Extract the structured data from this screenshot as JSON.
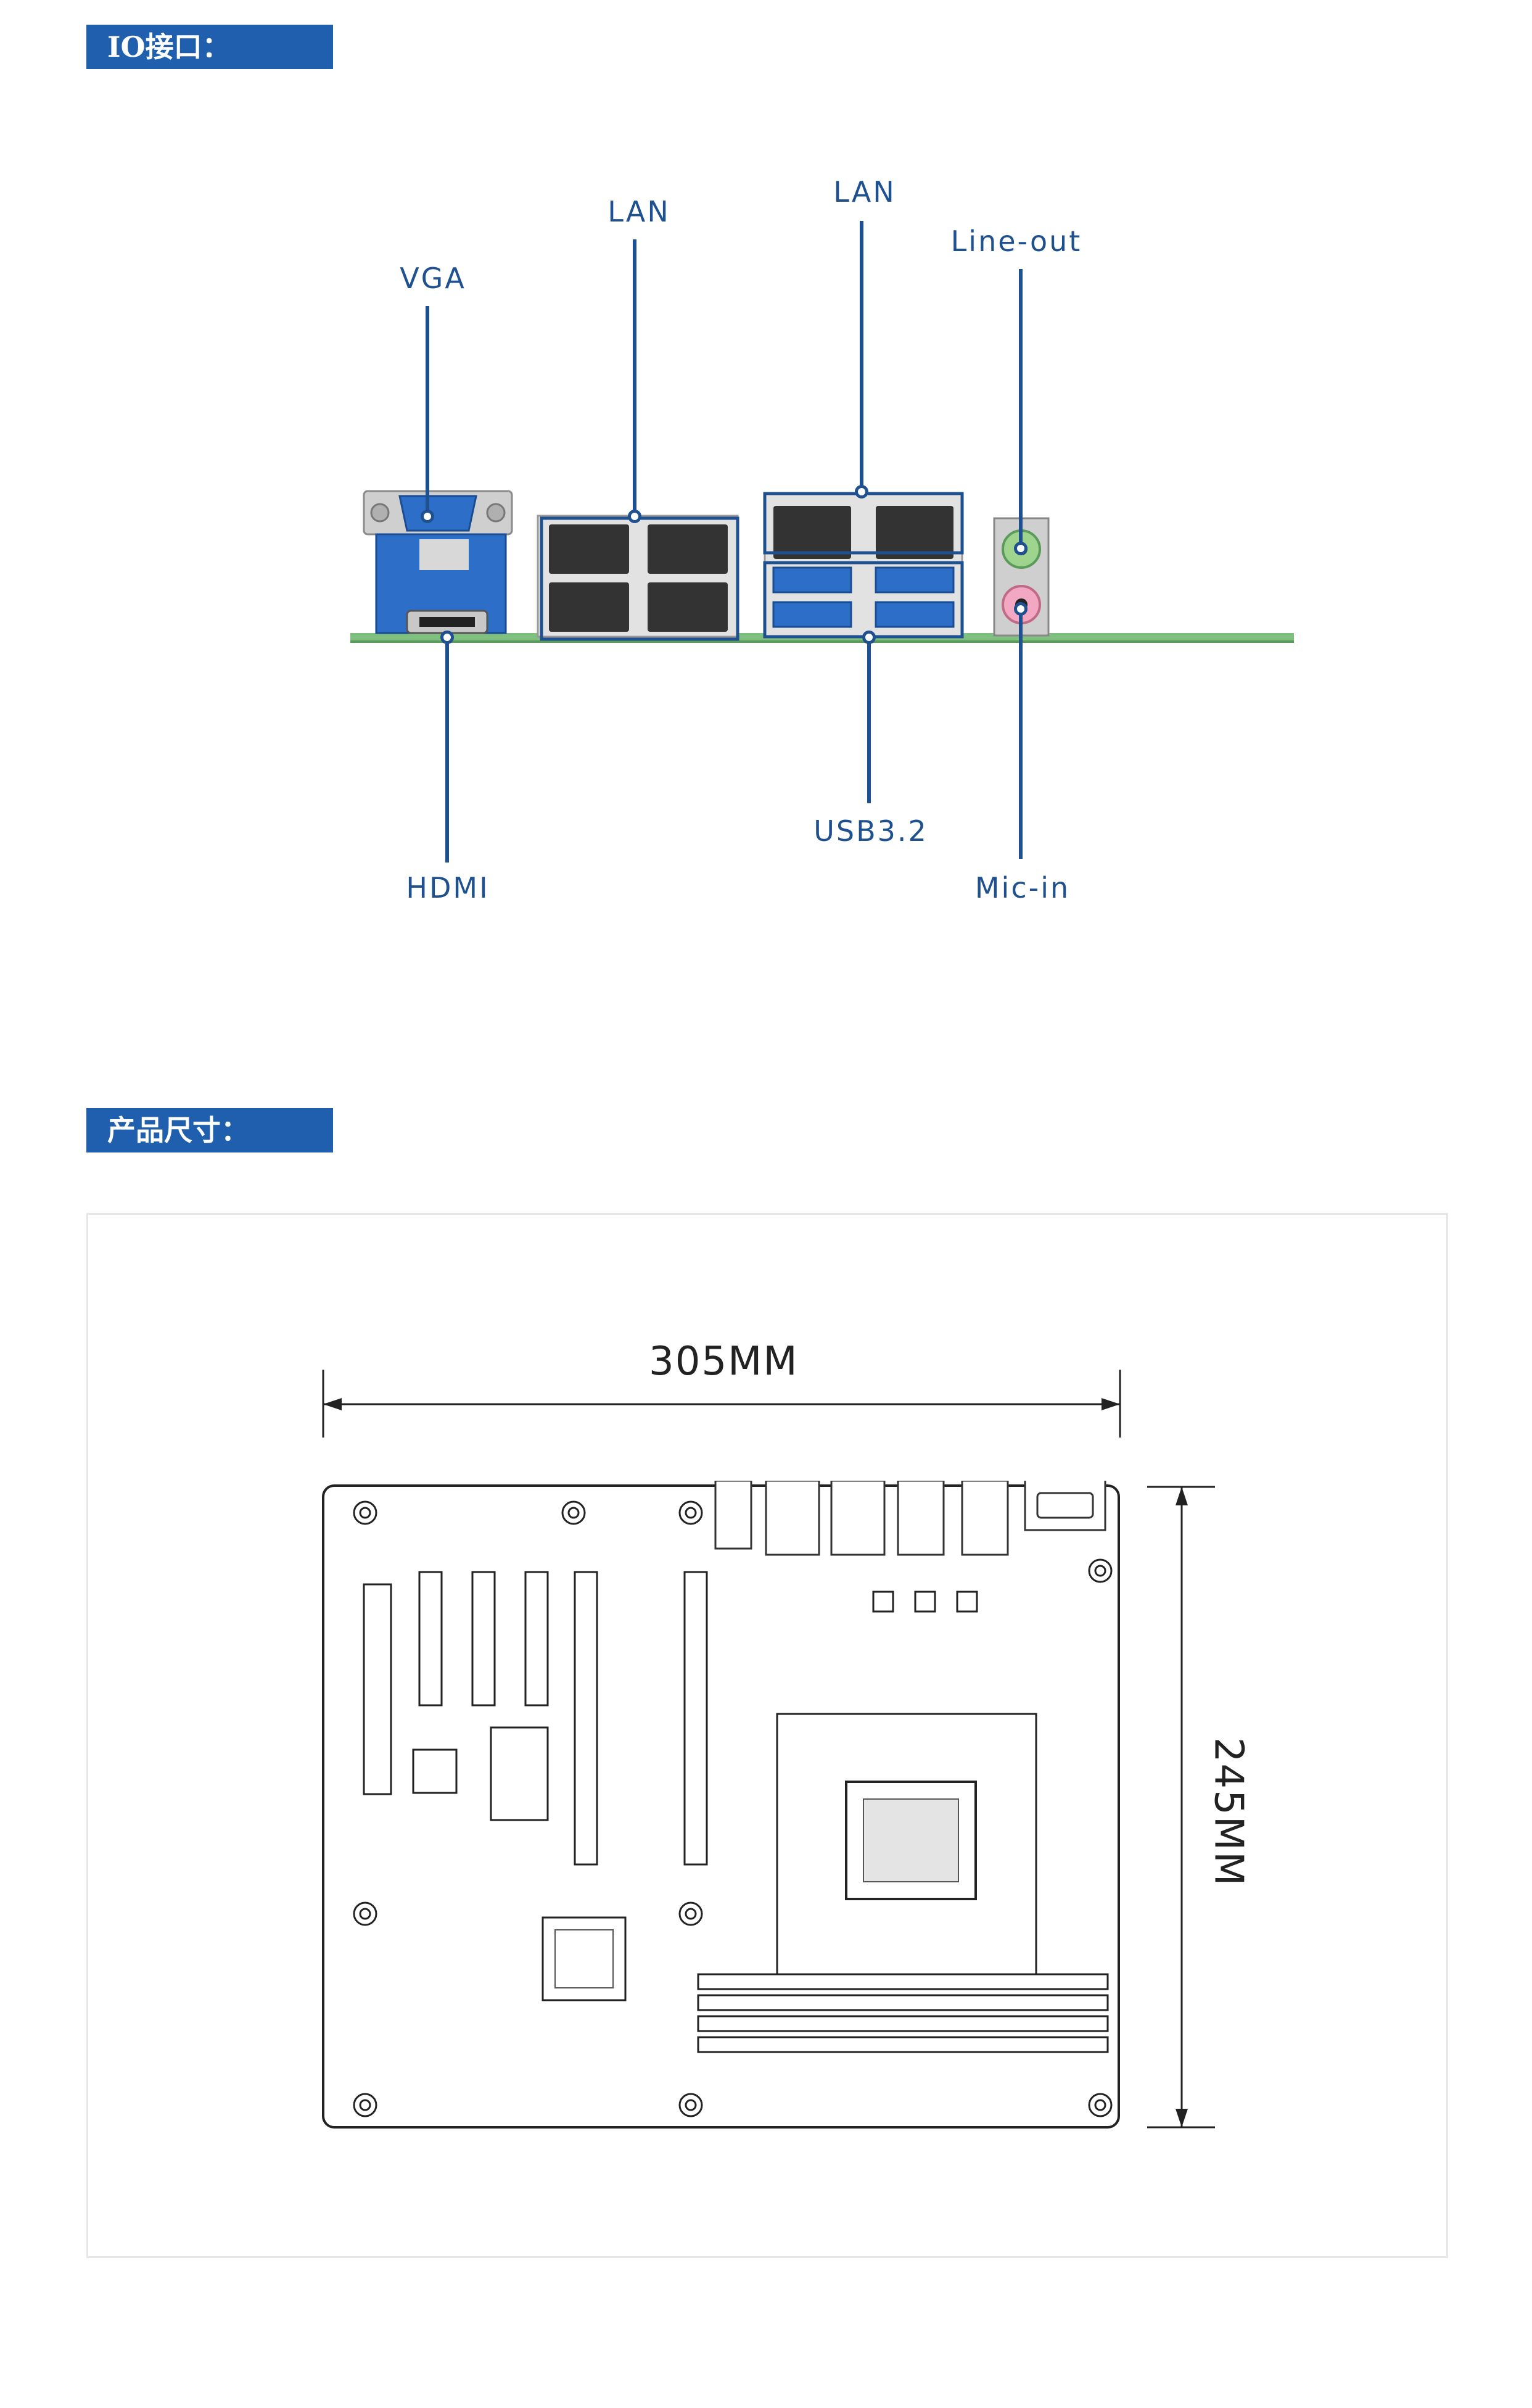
{
  "sections": {
    "io": {
      "title": "IO接口："
    },
    "size": {
      "title": "产品尺寸："
    }
  },
  "io_ports": {
    "vga": "VGA",
    "lan_left": "LAN",
    "lan_right": "LAN",
    "line_out": "Line-out",
    "hdmi": "HDMI",
    "usb": "USB3.2",
    "mic_in": "Mic-in"
  },
  "dimensions": {
    "width": "305MM",
    "height": "245MM"
  },
  "colors": {
    "accent": "#1f5fae",
    "label": "#1f5190",
    "pcb": "#7fbf7f",
    "connector_blue": "#2d6fc8"
  }
}
